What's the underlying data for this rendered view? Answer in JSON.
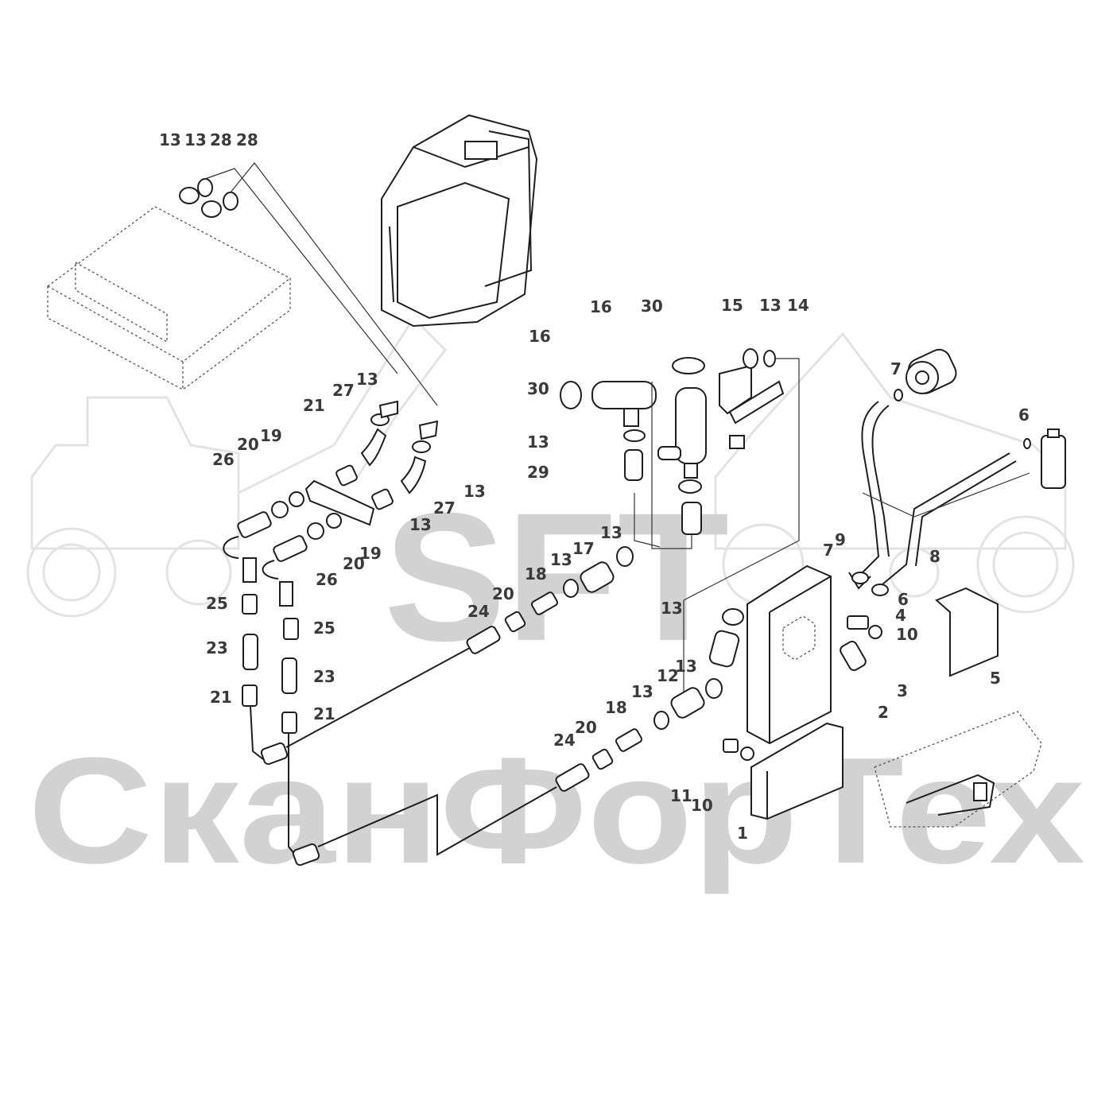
{
  "watermark": {
    "top_text": "SFT",
    "bottom_text": "СканФорТех"
  },
  "callouts": [
    {
      "id": "c1",
      "text": "13"
    },
    {
      "id": "c2",
      "text": "13"
    },
    {
      "id": "c3",
      "text": "28"
    },
    {
      "id": "c4",
      "text": "28"
    },
    {
      "id": "c5",
      "text": "16"
    },
    {
      "id": "c6",
      "text": "30"
    },
    {
      "id": "c7",
      "text": "15"
    },
    {
      "id": "c8",
      "text": "13"
    },
    {
      "id": "c9",
      "text": "14"
    },
    {
      "id": "c10",
      "text": "16"
    },
    {
      "id": "c11",
      "text": "30"
    },
    {
      "id": "c12",
      "text": "13"
    },
    {
      "id": "c13",
      "text": "29"
    },
    {
      "id": "c14",
      "text": "7"
    },
    {
      "id": "c15",
      "text": "6"
    },
    {
      "id": "c16",
      "text": "13"
    },
    {
      "id": "c17",
      "text": "27"
    },
    {
      "id": "c18",
      "text": "21"
    },
    {
      "id": "c19",
      "text": "19"
    },
    {
      "id": "c20",
      "text": "20"
    },
    {
      "id": "c21",
      "text": "26"
    },
    {
      "id": "c22",
      "text": "13"
    },
    {
      "id": "c23",
      "text": "27"
    },
    {
      "id": "c24",
      "text": "13"
    },
    {
      "id": "c25",
      "text": "19"
    },
    {
      "id": "c26",
      "text": "20"
    },
    {
      "id": "c27",
      "text": "26"
    },
    {
      "id": "c28",
      "text": "13"
    },
    {
      "id": "c29",
      "text": "17"
    },
    {
      "id": "c30",
      "text": "13"
    },
    {
      "id": "c31",
      "text": "18"
    },
    {
      "id": "c32",
      "text": "20"
    },
    {
      "id": "c33",
      "text": "24"
    },
    {
      "id": "c34",
      "text": "25"
    },
    {
      "id": "c35",
      "text": "25"
    },
    {
      "id": "c36",
      "text": "23"
    },
    {
      "id": "c37",
      "text": "23"
    },
    {
      "id": "c38",
      "text": "21"
    },
    {
      "id": "c39",
      "text": "21"
    },
    {
      "id": "c40",
      "text": "7"
    },
    {
      "id": "c41",
      "text": "9"
    },
    {
      "id": "c42",
      "text": "8"
    },
    {
      "id": "c43",
      "text": "6"
    },
    {
      "id": "c44",
      "text": "4"
    },
    {
      "id": "c45",
      "text": "10"
    },
    {
      "id": "c46",
      "text": "13"
    },
    {
      "id": "c47",
      "text": "3"
    },
    {
      "id": "c48",
      "text": "5"
    },
    {
      "id": "c49",
      "text": "13"
    },
    {
      "id": "c50",
      "text": "12"
    },
    {
      "id": "c51",
      "text": "2"
    },
    {
      "id": "c52",
      "text": "13"
    },
    {
      "id": "c53",
      "text": "18"
    },
    {
      "id": "c54",
      "text": "20"
    },
    {
      "id": "c55",
      "text": "24"
    },
    {
      "id": "c56",
      "text": "11"
    },
    {
      "id": "c57",
      "text": "10"
    },
    {
      "id": "c58",
      "text": "1"
    }
  ]
}
